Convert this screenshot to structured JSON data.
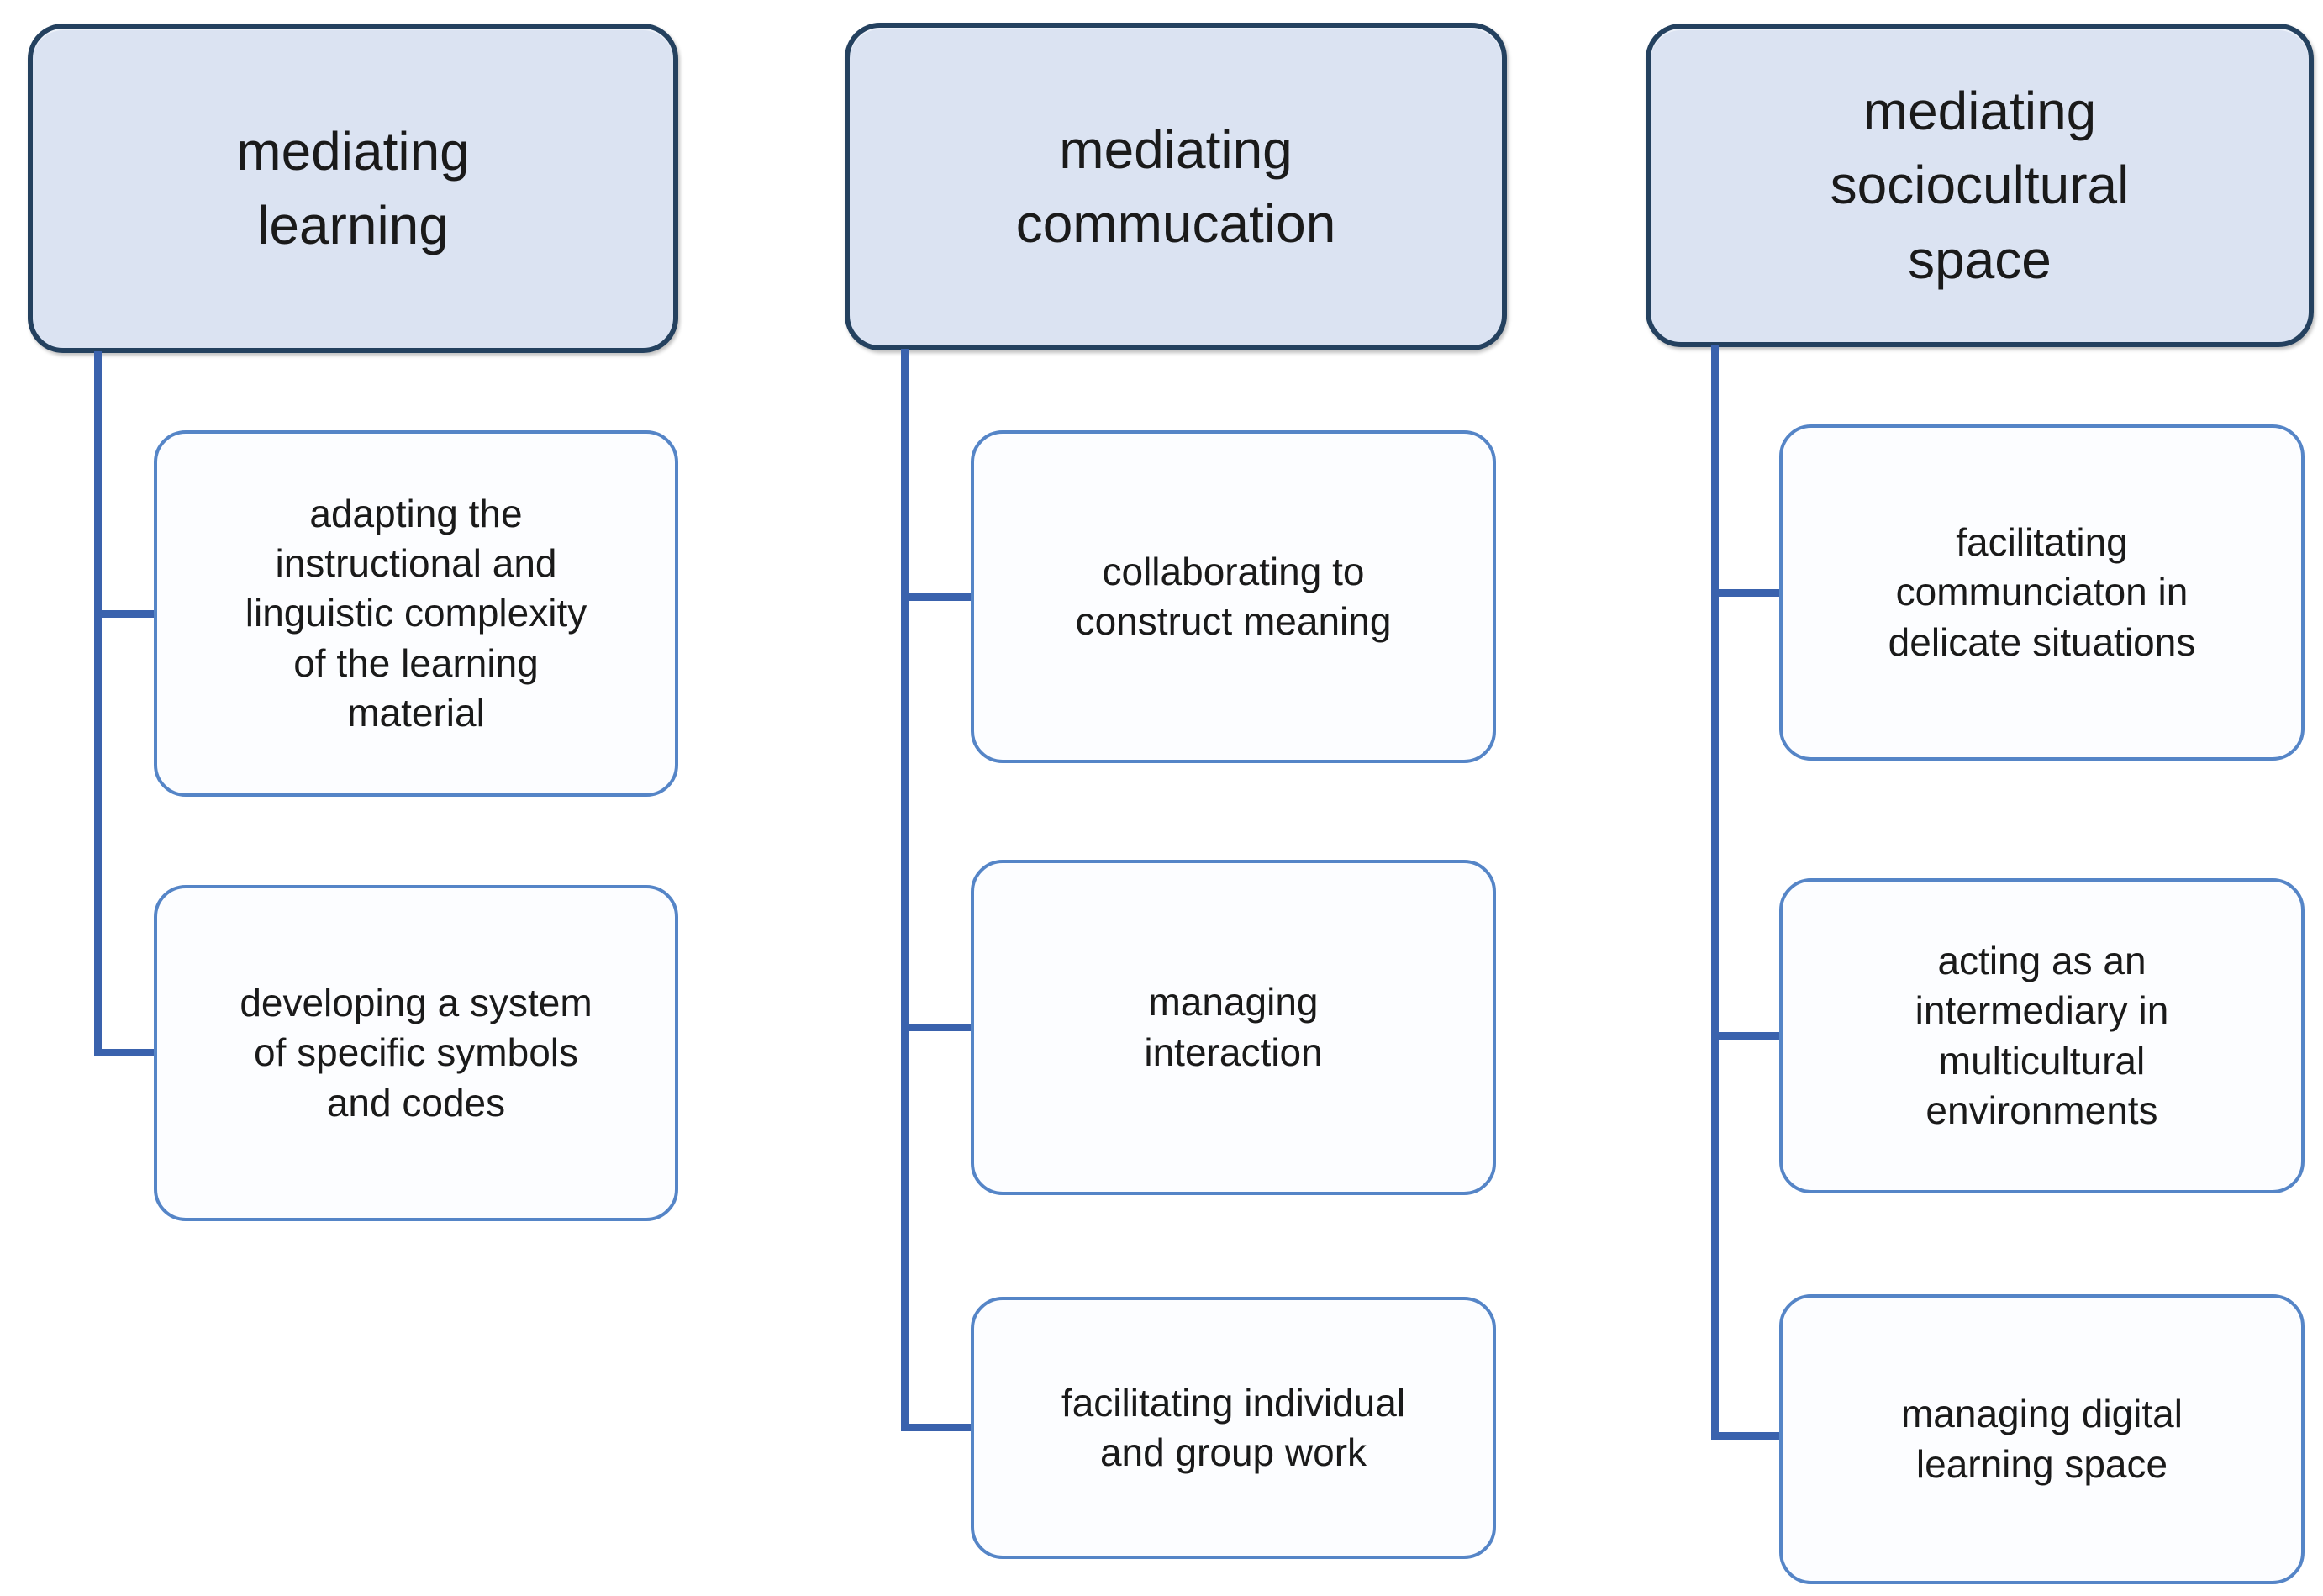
{
  "diagram": {
    "title": "mediation functions diagram",
    "colors": {
      "header_fill": "#dbe3f2",
      "header_border": "#24415f",
      "child_fill": "#fcfdff",
      "child_border": "#5585c7",
      "connector": "#3a62ad",
      "text": "#1a1a1a"
    },
    "columns": [
      {
        "header": "mediating\nlearning",
        "children": [
          "adapting the\ninstructional and\nlinguistic  complexity\nof the learning\nmaterial",
          "developing a system\nof specific symbols\nand  codes"
        ]
      },
      {
        "header": "mediating\ncommucation",
        "children": [
          "collaborating to\nconstruct meaning",
          "managing\ninteraction",
          "facilitating individual\nand group work"
        ]
      },
      {
        "header": "mediating\nsociocultural\nspace",
        "children": [
          "facilitating\ncommunciaton in\ndelicate situations",
          "acting as an\nintermediary in\nmulticultural\nenvironments",
          "managing digital\nlearning space"
        ]
      }
    ]
  }
}
